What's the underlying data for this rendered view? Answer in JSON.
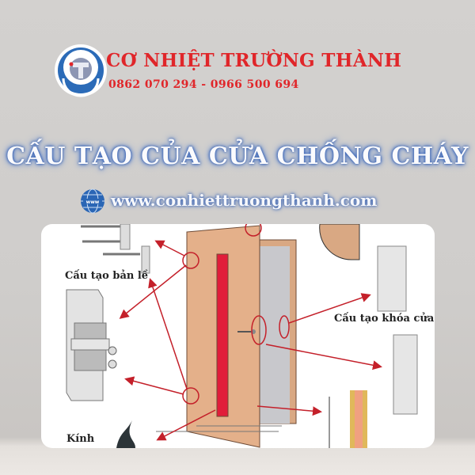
{
  "brand": {
    "name": "CƠ NHIỆT TRƯỜNG THÀNH",
    "phone": "0862 070 294 - 0966 500 694",
    "logo_text": "CƠ NHIỆT TRƯỜNG THÀNH",
    "accent_color": "#e0262a"
  },
  "headline": "CẤU TẠO CỦA CỬA CHỐNG CHÁY",
  "website": {
    "icon": "globe-www-icon",
    "url": "www.conhiettruongthanh.com"
  },
  "diagram": {
    "labels": {
      "hinge": "Cấu tạo bản lề",
      "lock": "Cấu tạo khóa cửa",
      "glass": "Kính"
    }
  }
}
